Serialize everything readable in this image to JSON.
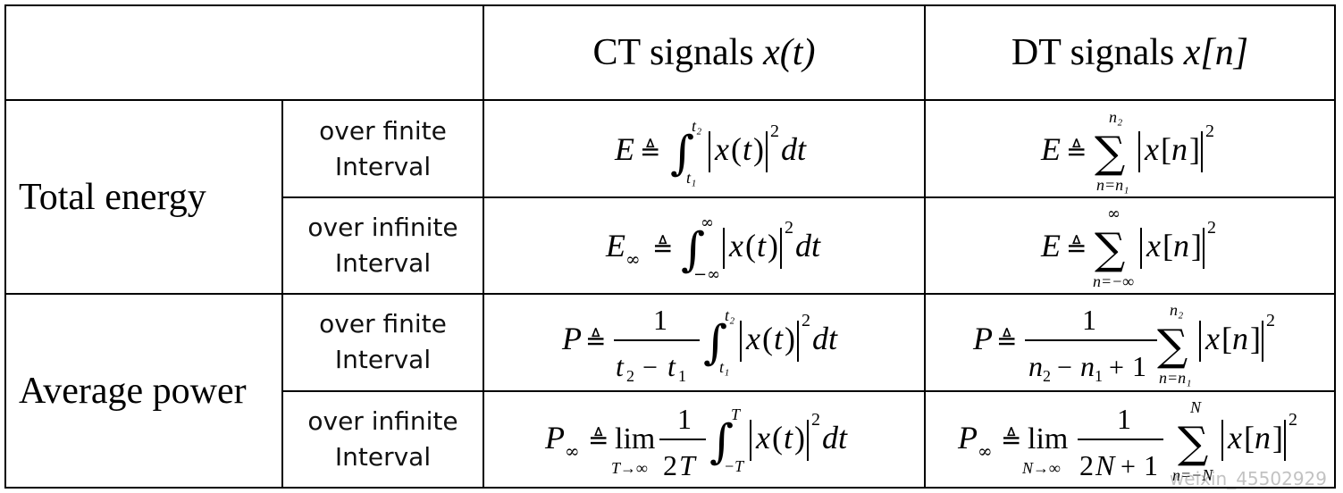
{
  "header": {
    "ct_label": "CT signals",
    "ct_var": "x(t)",
    "dt_label": "DT signals",
    "dt_var": "x[n]"
  },
  "rows": {
    "energy_label": "Total energy",
    "power_label": "Average power",
    "finite_line1": "over finite",
    "infinite_line1": "over infinite",
    "interval": "Interval"
  },
  "formulas": {
    "energy_ct_finite": "E ≜ ∫_{t1}^{t2} |x(t)|² dt",
    "energy_dt_finite": "E ≜ Σ_{n=n1}^{n2} |x[n]|²",
    "energy_ct_infinite": "E∞ ≜ ∫_{−∞}^{∞} |x(t)|² dt",
    "energy_dt_infinite": "E ≜ Σ_{n=−∞}^{∞} |x[n]|²",
    "power_ct_finite": "P ≜ 1/(t2 − t1) ∫_{t1}^{t2} |x(t)|² dt",
    "power_dt_finite": "P ≜ 1/(n2 − n1 + 1) Σ_{n=n1}^{n2} |x[n]|²",
    "power_ct_infinite": "P∞ ≜ lim_{T→∞} 1/(2T) ∫_{−T}^{T} |x(t)|² dt",
    "power_dt_infinite": "P∞ ≜ lim_{N→∞} 1/(2N+1) Σ_{n=−N}^{N} |x[n]|²"
  },
  "watermark": "weixin_45502929"
}
